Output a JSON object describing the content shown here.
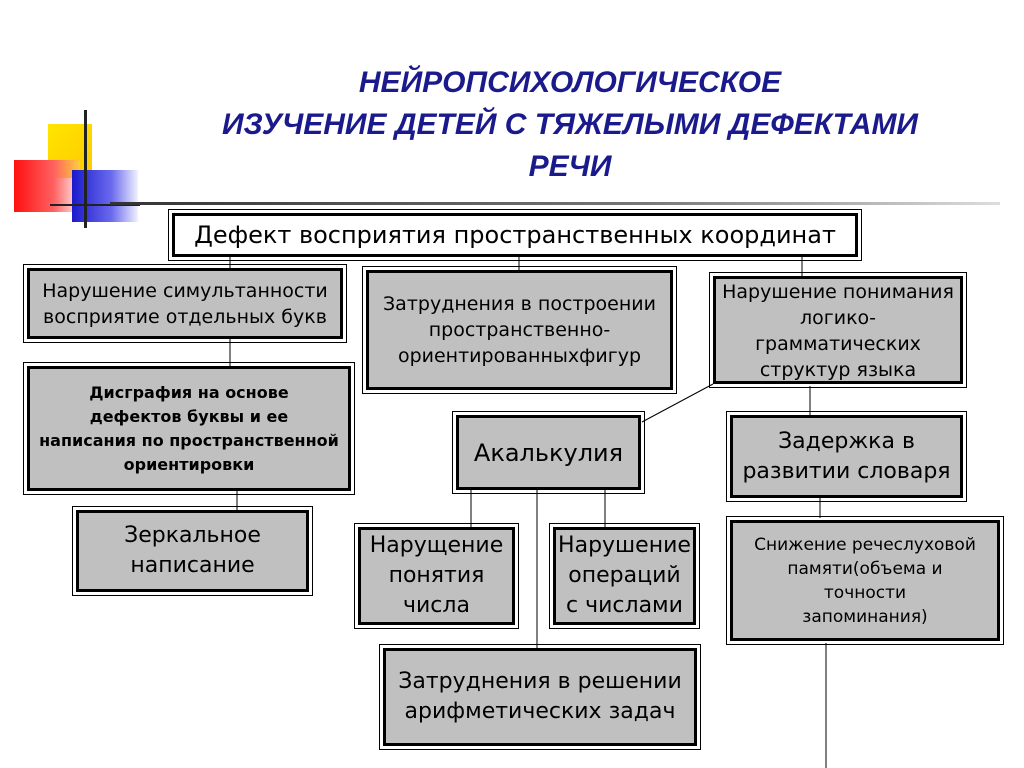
{
  "title": {
    "line1": "НЕЙРОПСИХОЛОГИЧЕСКОЕ",
    "line2": "ИЗУЧЕНИЕ ДЕТЕЙ С ТЯЖЕЛЫМИ ДЕФЕКТАМИ",
    "line3": "РЕЧИ"
  },
  "nodes": {
    "root": "Дефект восприятия пространственных координат",
    "simultaneity": "Нарушение симультанности\nвосприятие отдельных букв",
    "construction": "Затруднения в построении\nпространственно-\nориентированныхфигур",
    "logic_grammar": "Нарушение понимания\nлогико-\nграмматических\nструктур языка",
    "dysgraphia": "Дисграфия на основе\nдефектов буквы и ее\nнаписания по пространственной\nориентировки",
    "mirror_writing": "Зеркальное\nнаписание",
    "acalculia": "Акалькулия",
    "vocabulary_delay": "Задержка в\nразвитии словаря",
    "number_concept": "Нарущение\nпонятия\nчисла",
    "number_operations": "Нарушение\nопераций\nс числами",
    "memory_decline": "Снижение речеслуховой\nпамяти(объема и\nточности\nзапоминания)",
    "arithmetic_tasks": "Затруднения в решении\nарифметических задач"
  },
  "colors": {
    "title": "#1a1a8c",
    "box_fill": "#c0c0c0",
    "deco_yellow": "#ffd400",
    "deco_red": "#ff2020",
    "deco_blue": "#2a2acc"
  }
}
